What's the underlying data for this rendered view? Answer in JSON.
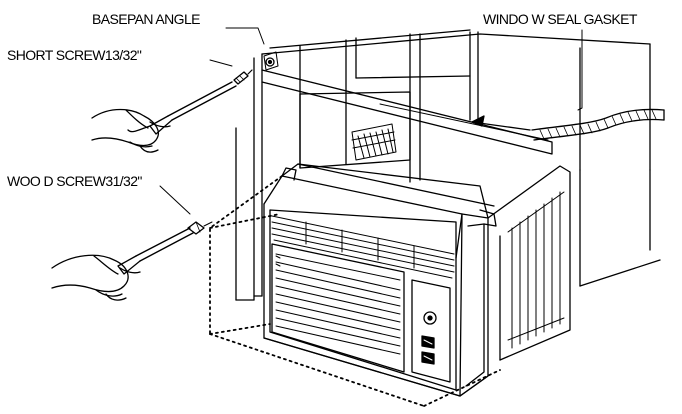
{
  "callouts": {
    "basepan_angle": "BASEPAN ANGLE",
    "short_screw": "SHORT SCREW13/32\"",
    "wood_screw": "WOO D SCREW31/32\"",
    "window_seal_gasket": "WINDO W SEAL GASKET"
  },
  "unit_controls": {
    "knob_icon": "rotary-knob-icon",
    "button_icons": [
      "snowflake-button-icon",
      "fan-button-icon"
    ]
  },
  "colors": {
    "line": "#000000",
    "background": "#ffffff"
  }
}
